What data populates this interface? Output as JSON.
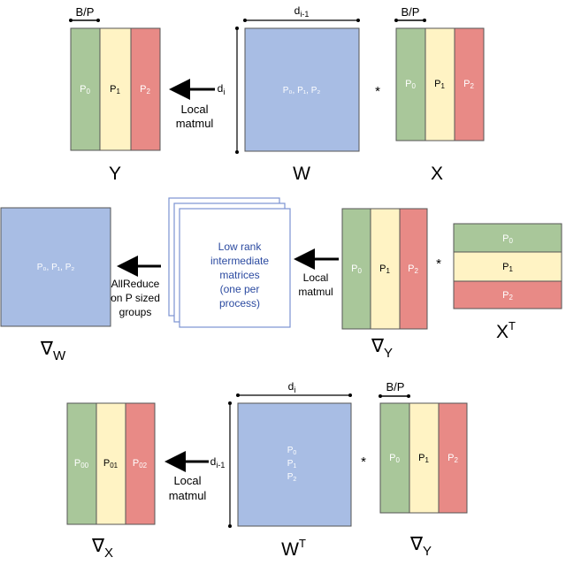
{
  "colors": {
    "green": "#a9c79a",
    "yellow": "#fff3c4",
    "red": "#e88a86",
    "blue": "#a8bde4",
    "block_stroke": "#555555",
    "light_text": "#ffffff",
    "dark_text": "#000000",
    "lowrank_stroke": "#7b93d2",
    "lowrank_text": "#2b4aa0"
  },
  "row1": {
    "y_bp": "B/P",
    "y_labels": [
      "P",
      "P",
      "P"
    ],
    "y_subs": [
      "0",
      "1",
      "2"
    ],
    "arrow_label_line1": "Local",
    "arrow_label_line2": "matmul",
    "w_width_dim": "d",
    "w_width_dim_sub": "i-1",
    "w_height_dim": "d",
    "w_height_dim_sub": "i",
    "w_label": "P₀, P₁, P₂",
    "mult_symbol": "*",
    "x_bp": "B/P",
    "x_labels": [
      "P",
      "P",
      "P"
    ],
    "x_subs": [
      "0",
      "1",
      "2"
    ],
    "cap_y": "Y",
    "cap_w": "W",
    "cap_x": "X"
  },
  "row2": {
    "grad_w_label": "P₀, P₁, P₂",
    "allreduce_line1": "AllReduce",
    "allreduce_line2": "on P sized",
    "allreduce_line3": "groups",
    "lowrank_line1": "Low rank",
    "lowrank_line2": "intermediate",
    "lowrank_line3": "matrices",
    "lowrank_line4": "(one per",
    "lowrank_line5": "process)",
    "arrow_label_line1": "Local",
    "arrow_label_line2": "matmul",
    "grady_labels": [
      "P",
      "P",
      "P"
    ],
    "grady_subs": [
      "0",
      "1",
      "2"
    ],
    "mult_symbol": "*",
    "xt_labels": [
      "P",
      "P",
      "P"
    ],
    "xt_subs": [
      "0",
      "1",
      "2"
    ],
    "cap_grad_w": "∇W",
    "cap_grad_y": "∇Y",
    "cap_xt": "XT"
  },
  "row3": {
    "gradx_labels": [
      "P",
      "P",
      "P"
    ],
    "gradx_subs": [
      "00",
      "01",
      "02"
    ],
    "arrow_label_line1": "Local",
    "arrow_label_line2": "matmul",
    "wt_width_dim": "d",
    "wt_width_dim_sub": "i",
    "wt_height_dim": "d",
    "wt_height_dim_sub": "i-1",
    "wt_labels": [
      "P",
      "P",
      "P"
    ],
    "wt_subs": [
      "0",
      "1",
      "2"
    ],
    "mult_symbol": "*",
    "grady_bp": "B/P",
    "grady_labels": [
      "P",
      "P",
      "P"
    ],
    "grady_subs": [
      "0",
      "1",
      "2"
    ],
    "cap_grad_x": "∇X",
    "cap_wt": "WT",
    "cap_grad_y": "∇Y"
  }
}
